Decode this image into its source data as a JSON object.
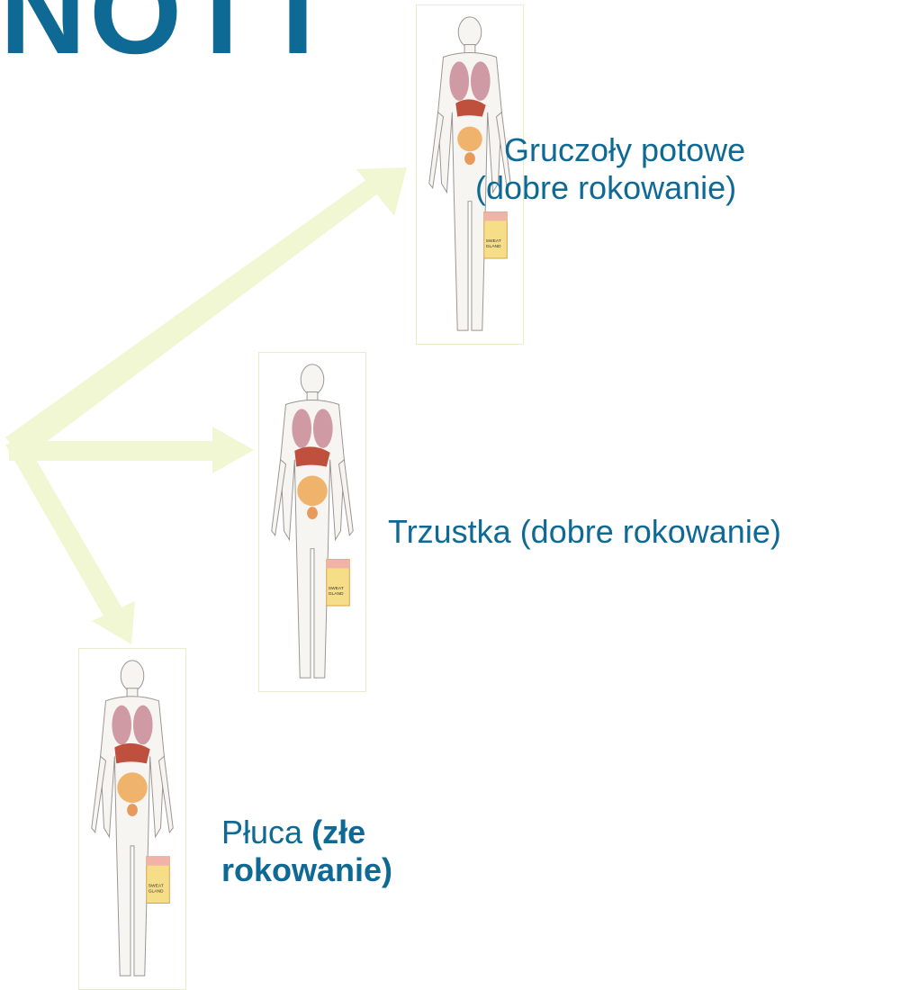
{
  "title_fragment": "NOTT",
  "colors": {
    "text": "#0e6a95",
    "arrow": "#f0f7d2",
    "frame_border": "#e6efc9",
    "organ_lung": "#c98a96",
    "organ_liver": "#c0503e",
    "organ_gut": "#f0b36b",
    "sweat_gland_box": "#f6dd88"
  },
  "figures": [
    {
      "name": "sweat-glands",
      "line1": "Gruczoły potowe",
      "line2": "(dobre rokowanie)",
      "inset_text": [
        "SWEAT",
        "GLAND"
      ]
    },
    {
      "name": "pancreas",
      "line1": "Trzustka (dobre rokowanie)",
      "inset_text": [
        "SWEAT",
        "GLAND"
      ]
    },
    {
      "name": "lungs",
      "line1_regular": "Płuca",
      "line1_bold": "(złe",
      "line2_bold": "rokowanie)",
      "inset_text": [
        "SWEAT",
        "GLAND"
      ]
    }
  ]
}
